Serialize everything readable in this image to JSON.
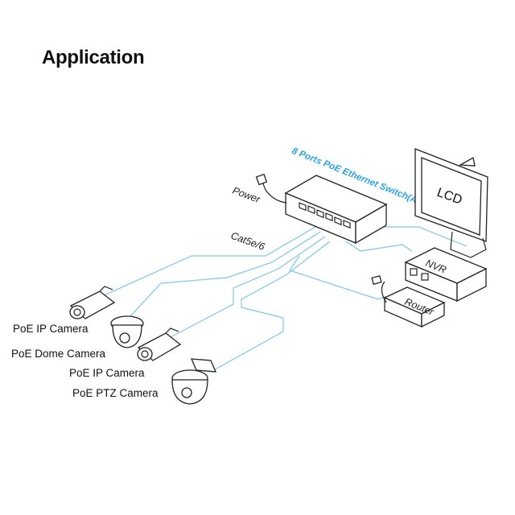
{
  "page": {
    "title": "Application"
  },
  "switch": {
    "label": "8 Ports PoE Ethernet Switch(A1)"
  },
  "labels": {
    "power": "Power",
    "cable": "Cat5e/6",
    "lcd": "LCD",
    "nvr": "NVR",
    "router": "Router"
  },
  "cameras": [
    {
      "label": "PoE IP Camera"
    },
    {
      "label": "PoE Dome Camera"
    },
    {
      "label": "PoE IP Camera"
    },
    {
      "label": "PoE PTZ Camera"
    }
  ],
  "colors": {
    "cable": "#7fc6e6",
    "switch_label": "#2aa3e6",
    "ink": "#222222"
  }
}
